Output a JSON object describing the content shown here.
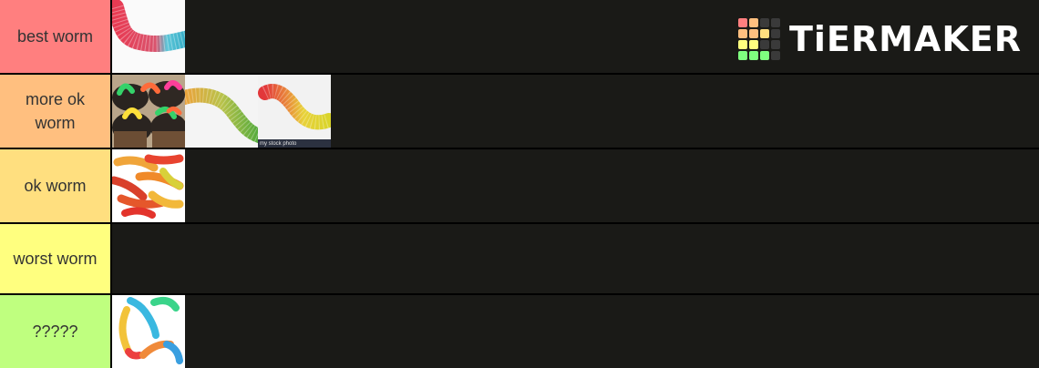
{
  "logo": {
    "text": "TiERMAKER",
    "grid_colors": [
      "#ff7f7f",
      "#ffbf7f",
      "#3a3a3a",
      "#3a3a3a",
      "#ffbf7f",
      "#ffbf7f",
      "#ffdf7f",
      "#3a3a3a",
      "#ffff7f",
      "#ffff7f",
      "#3a3a3a",
      "#3a3a3a",
      "#7fff7f",
      "#7fff7f",
      "#7fff7f",
      "#3a3a3a"
    ]
  },
  "tiers": [
    {
      "label": "best worm",
      "color": "#ff7f7f",
      "items": [
        "sour-worm-red-blue"
      ]
    },
    {
      "label": "more ok worm",
      "color": "#ffbf7f",
      "items": [
        "worm-cupcakes",
        "green-orange-worm",
        "red-yellow-worm-stock"
      ]
    },
    {
      "label": "ok worm",
      "color": "#ffdf7f",
      "items": [
        "gummy-worm-pile"
      ]
    },
    {
      "label": "worst worm",
      "color": "#ffff7f",
      "items": []
    },
    {
      "label": "?????",
      "color": "#bfff7f",
      "items": [
        "two-rainbow-worms"
      ]
    }
  ],
  "stock_watermark": "my stock photo"
}
